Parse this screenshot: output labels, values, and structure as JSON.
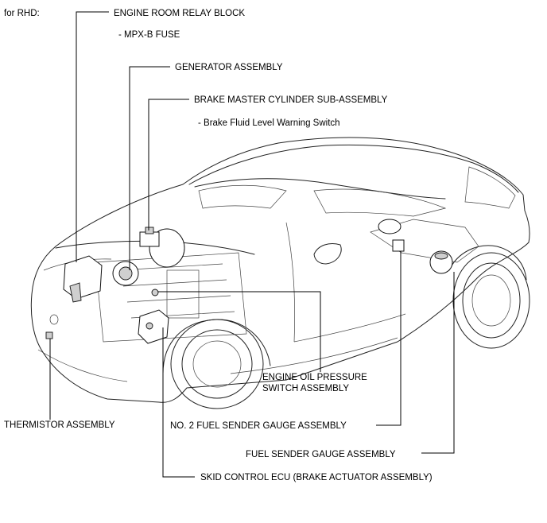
{
  "header": {
    "variant_label": "for RHD:"
  },
  "labels": {
    "engine_room_relay_block": "ENGINE ROOM RELAY BLOCK",
    "mpx_b_fuse": "- MPX-B FUSE",
    "generator_assembly": "GENERATOR ASSEMBLY",
    "brake_master_cylinder": "BRAKE MASTER CYLINDER SUB-ASSEMBLY",
    "brake_fluid_switch": "- Brake Fluid Level Warning Switch",
    "engine_oil_pressure_line1": "ENGINE OIL PRESSURE",
    "engine_oil_pressure_line2": "SWITCH ASSEMBLY",
    "no2_fuel_sender": "NO. 2 FUEL SENDER GAUGE ASSEMBLY",
    "thermistor": "THERMISTOR ASSEMBLY",
    "fuel_sender_gauge": "FUEL SENDER GAUGE ASSEMBLY",
    "skid_control_ecu": "SKID CONTROL ECU (BRAKE ACTUATOR ASSEMBLY)"
  }
}
